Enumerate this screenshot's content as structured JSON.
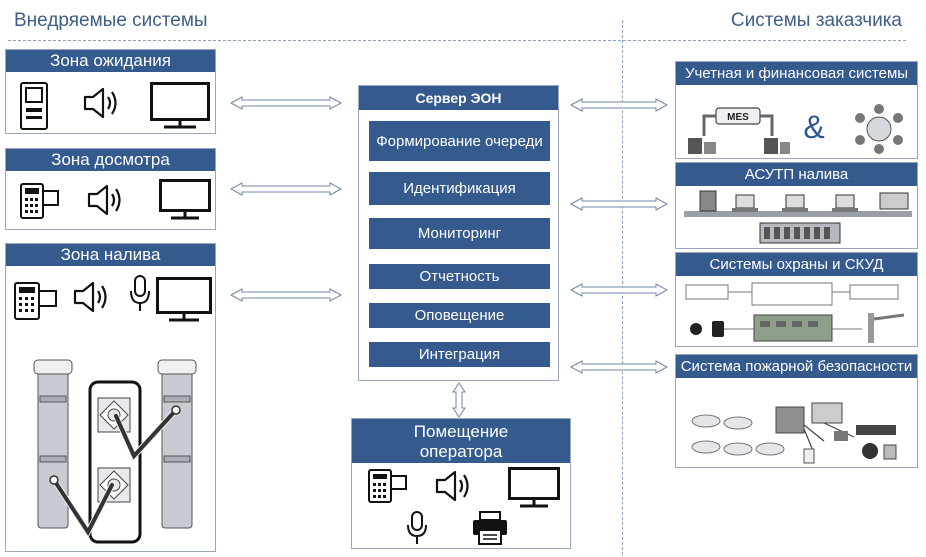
{
  "headings": {
    "left": "Внедряемые системы",
    "right": "Системы заказчика"
  },
  "zones": {
    "waiting": "Зона ожидания",
    "inspection": "Зона досмотра",
    "filling": "Зона налива"
  },
  "server": {
    "title": "Сервер ЭОН",
    "functions": [
      "Формирование очереди",
      "Идентификация",
      "Мониторинг",
      "Отчетность",
      "Оповещение",
      "Интеграция"
    ]
  },
  "operator": {
    "title": "Помещение\nоператора"
  },
  "customer": {
    "accounting": "Учетная и финансовая системы",
    "accounting_mes": "MES",
    "accounting_amp": "&",
    "asutp": "АСУТП налива",
    "security": "Системы охраны и СКУД",
    "fire": "Система пожарной безопасности"
  },
  "colors": {
    "accent": "#355a8d",
    "heading": "#3f5d8a"
  }
}
